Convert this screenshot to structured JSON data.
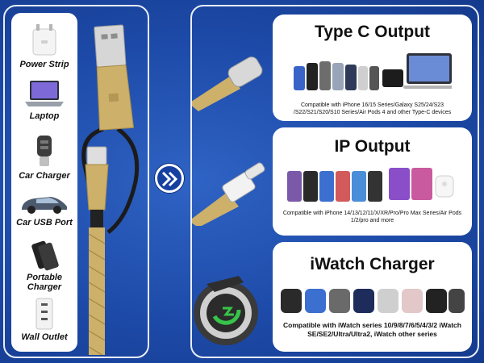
{
  "sources": [
    {
      "label": "Power Strip",
      "icon": "power-adapter-icon"
    },
    {
      "label": "Laptop",
      "icon": "laptop-icon"
    },
    {
      "label": "Car Charger",
      "icon": "car-charger-icon"
    },
    {
      "label": "Car USB Port",
      "icon": "car-icon"
    },
    {
      "label": "Portable Charger",
      "icon": "power-bank-icon"
    },
    {
      "label": "Wall Outlet",
      "icon": "wall-outlet-icon"
    }
  ],
  "outputs": [
    {
      "title": "Type C Output",
      "description": "Compatible with iPhone 16/15 Series/Galaxy S25/24/S23 /S22/S21/S20/S10 Series/Air Pods 4 and other Type-C devices"
    },
    {
      "title": "IP Output",
      "description": "Compatible with iPhone 14/13/12/11/X/XR/Pro/Pro Max Series/Air Pods 1/2/pro and more"
    },
    {
      "title": "iWatch Charger",
      "description": "Compatible with iWatch series 10/9/8/7/6/5/4/3/2 iWatch SE/SE2/Ultra/Ultra2, iWatch other series"
    }
  ],
  "colors": {
    "background": "#1d4aa8",
    "cable_gold": "#cdb06a",
    "charger_green": "#37c44a"
  }
}
